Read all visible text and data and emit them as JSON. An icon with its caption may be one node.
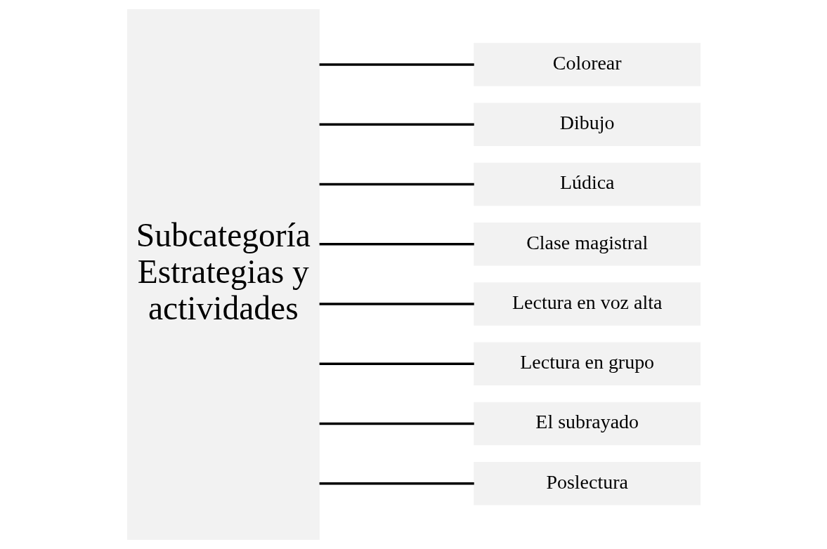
{
  "diagram": {
    "nodes": [
      {
        "text": [
          "Subcategoría Estrategias y actividades"
        ]
      },
      {
        "text": [
          "Colorear"
        ]
      },
      {
        "text": [
          "Dibujo"
        ]
      },
      {
        "text": [
          "Lúdica"
        ]
      },
      {
        "text": [
          "Clase magistral"
        ]
      },
      {
        "text": [
          "Lectura en voz alta"
        ]
      },
      {
        "text": [
          "Lectura en grupo"
        ]
      },
      {
        "text": [
          "El subrayado"
        ]
      },
      {
        "text": [
          "Poslectura"
        ]
      }
    ],
    "edges": [
      {
        "from": 0,
        "to": 1,
        "arrow": "none"
      },
      {
        "from": 0,
        "to": 2,
        "arrow": "none"
      },
      {
        "from": 0,
        "to": 3,
        "arrow": "none"
      },
      {
        "from": 0,
        "to": 4,
        "arrow": "none"
      },
      {
        "from": 0,
        "to": 5,
        "arrow": "none"
      },
      {
        "from": 0,
        "to": 6,
        "arrow": "none"
      },
      {
        "from": 0,
        "to": 7,
        "arrow": "none"
      },
      {
        "from": 0,
        "to": 8,
        "arrow": "none"
      }
    ]
  }
}
